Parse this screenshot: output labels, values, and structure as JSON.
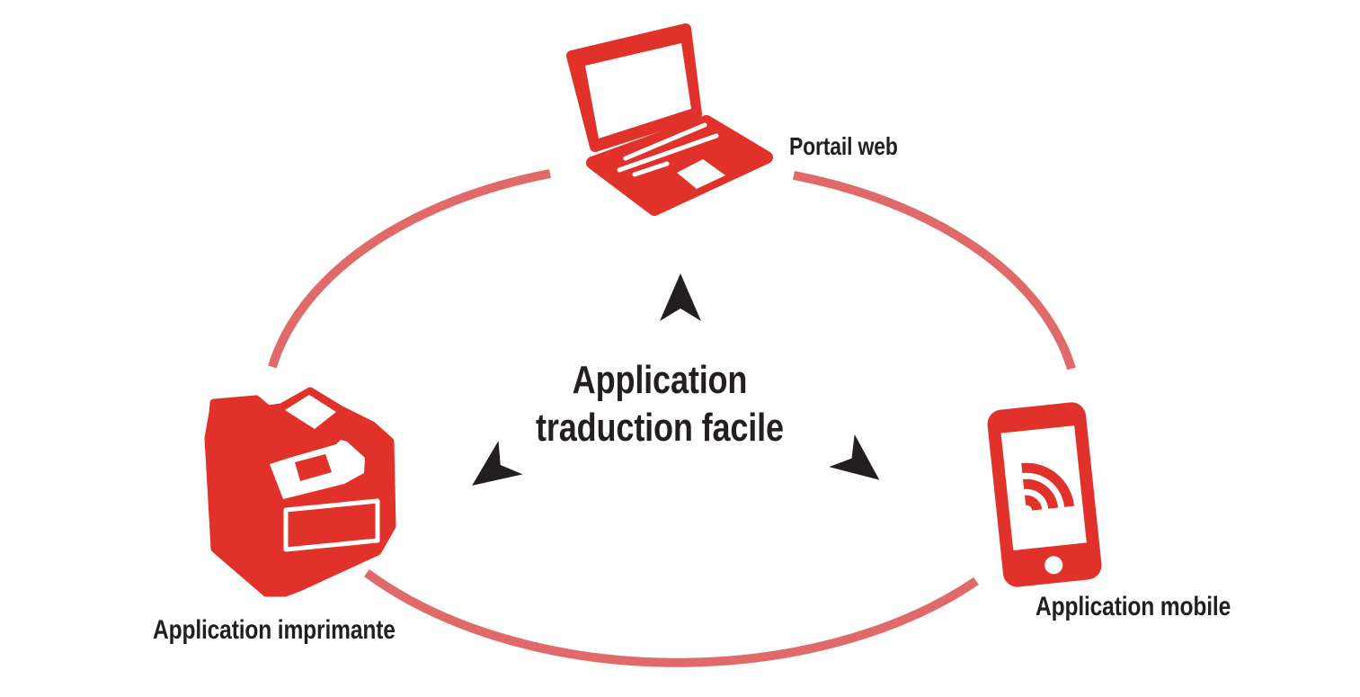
{
  "diagram": {
    "center_title": {
      "line1": "Application",
      "line2": "traduction facile"
    },
    "nodes": {
      "web": {
        "label": "Portail web",
        "icon": "laptop-icon"
      },
      "printer": {
        "label": "Application imprimante",
        "icon": "printer-icon"
      },
      "mobile": {
        "label": "Application mobile",
        "icon": "smartphone-icon"
      }
    },
    "connectors": {
      "shape": "ellipse-arcs",
      "arrow_directions": [
        "up-to-web",
        "down-left-to-printer",
        "down-right-to-mobile"
      ]
    },
    "colors": {
      "icon_red": "#E0312A",
      "arc_red": "#E06A6A",
      "text_dark": "#231F20",
      "background": "#FFFFFF"
    }
  }
}
